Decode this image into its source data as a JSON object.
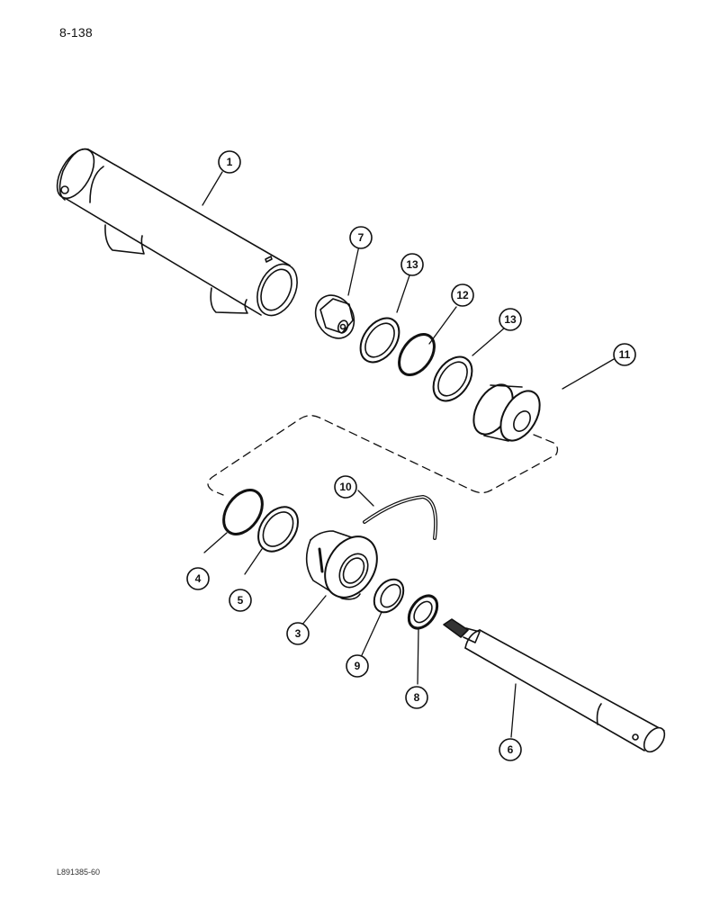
{
  "page": {
    "page_number": "8-138",
    "figure_code": "L891385-60"
  },
  "callouts": [
    {
      "id": "1",
      "label": "1",
      "part": "cylinder-barrel"
    },
    {
      "id": "7",
      "label": "7",
      "part": "nut"
    },
    {
      "id": "13a",
      "label": "13",
      "part": "backup-ring"
    },
    {
      "id": "12",
      "label": "12",
      "part": "o-ring"
    },
    {
      "id": "13b",
      "label": "13",
      "part": "backup-ring"
    },
    {
      "id": "11",
      "label": "11",
      "part": "piston"
    },
    {
      "id": "10",
      "label": "10",
      "part": "wire-ring"
    },
    {
      "id": "4",
      "label": "4",
      "part": "o-ring"
    },
    {
      "id": "5",
      "label": "5",
      "part": "backup-ring"
    },
    {
      "id": "3",
      "label": "3",
      "part": "gland"
    },
    {
      "id": "9",
      "label": "9",
      "part": "seal"
    },
    {
      "id": "8",
      "label": "8",
      "part": "wiper"
    },
    {
      "id": "6",
      "label": "6",
      "part": "piston-rod"
    }
  ]
}
